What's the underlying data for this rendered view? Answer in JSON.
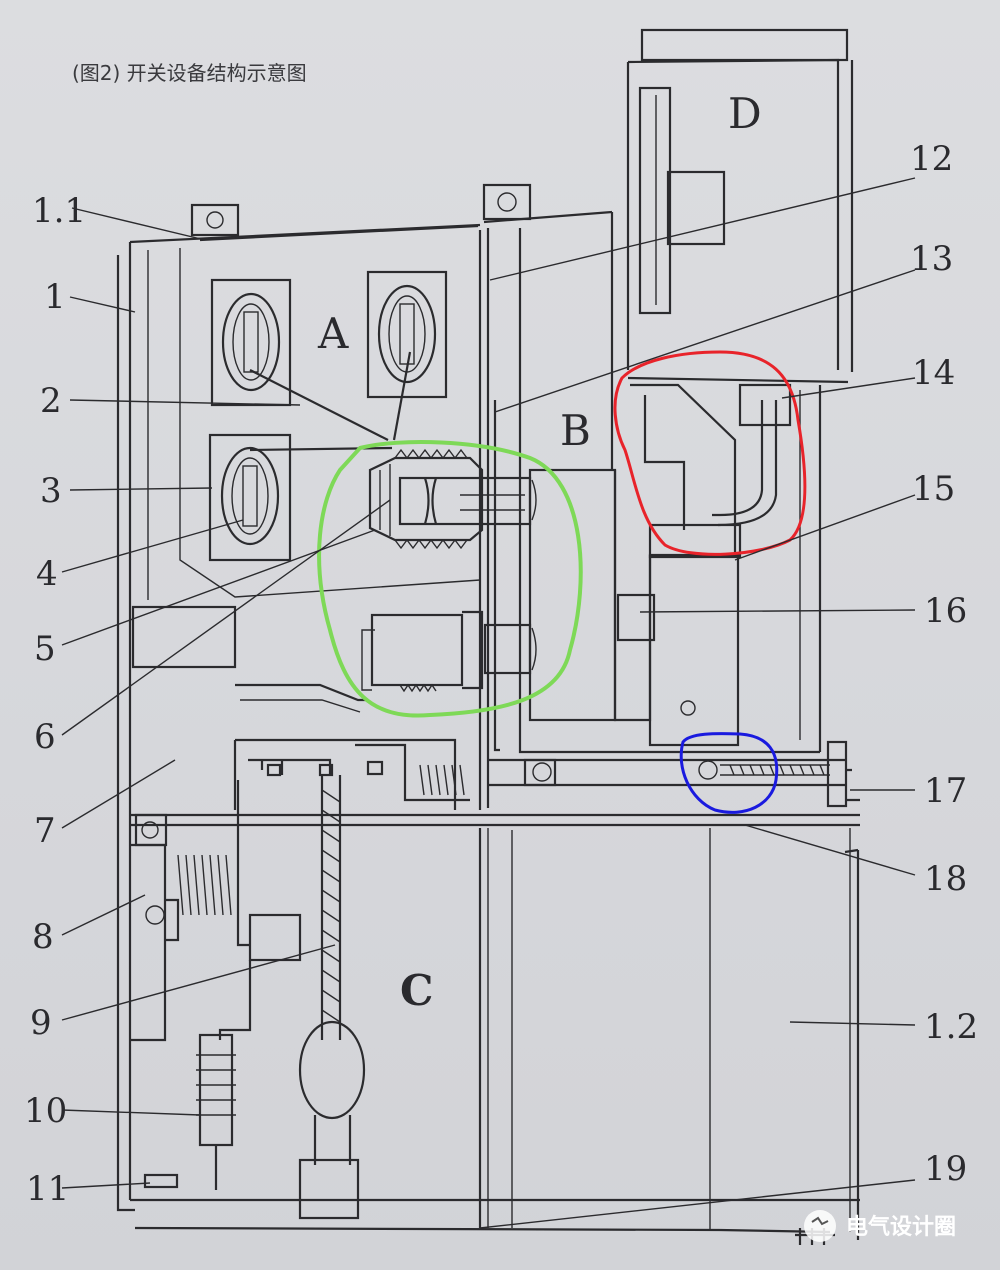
{
  "title": "(图2) 开关设备结构示意图",
  "zones": {
    "A": "A",
    "B": "B",
    "C": "C",
    "D": "D"
  },
  "labels": {
    "l1_1": "1.1",
    "l1": "1",
    "l2": "2",
    "l3": "3",
    "l4": "4",
    "l5": "5",
    "l6": "6",
    "l7": "7",
    "l8": "8",
    "l9": "9",
    "l10": "10",
    "l11": "11",
    "l12": "12",
    "l13": "13",
    "l14": "14",
    "l15": "15",
    "l16": "16",
    "l17": "17",
    "l18": "18",
    "l1_2": "1.2",
    "l19": "19"
  },
  "watermark": "电气设计圈",
  "highlight_colors": {
    "green": "#7ed957",
    "red": "#e8232a",
    "blue": "#1a1adf"
  }
}
